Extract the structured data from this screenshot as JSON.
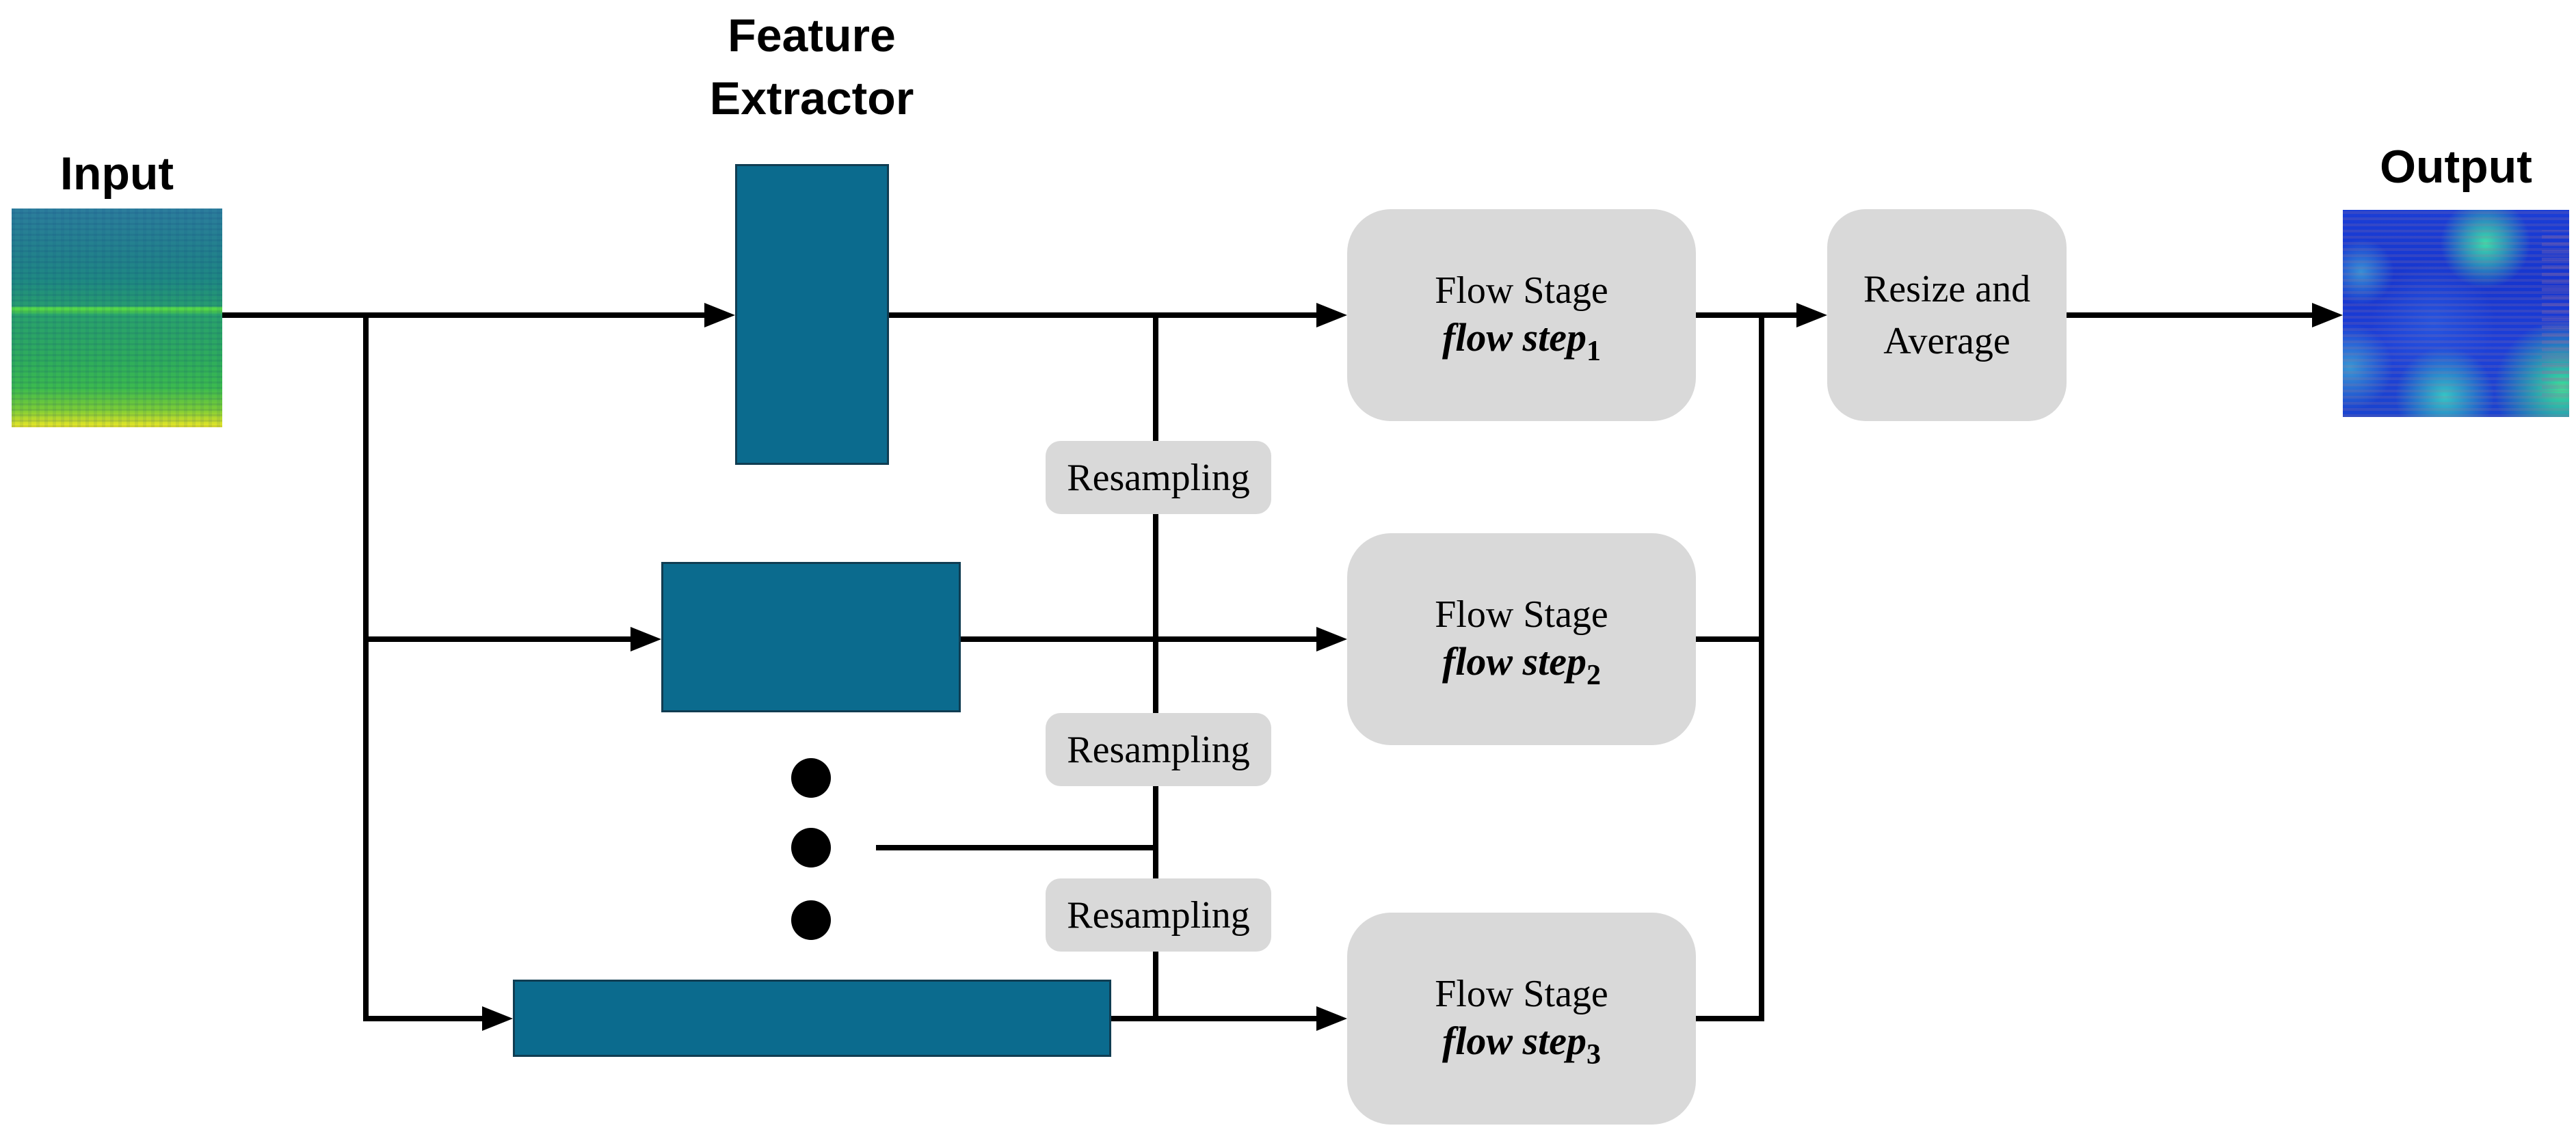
{
  "labels": {
    "input": "Input",
    "output": "Output",
    "feature_extractor": [
      "Feature",
      "Extractor"
    ]
  },
  "flow_stages": [
    {
      "title": "Flow Stage",
      "step": "flow step",
      "sub": "1"
    },
    {
      "title": "Flow Stage",
      "step": "flow step",
      "sub": "2"
    },
    {
      "title": "Flow Stage",
      "step": "flow step",
      "sub": "3"
    }
  ],
  "resampling": [
    "Resampling",
    "Resampling",
    "Resampling"
  ],
  "resize_average": [
    "Resize and",
    "Average"
  ],
  "colors": {
    "teal_block": "#0b6b8e",
    "teal_border": "#103d52",
    "box_gray": "#d9d9d9",
    "line_black": "#000000",
    "text_black": "#000000"
  }
}
